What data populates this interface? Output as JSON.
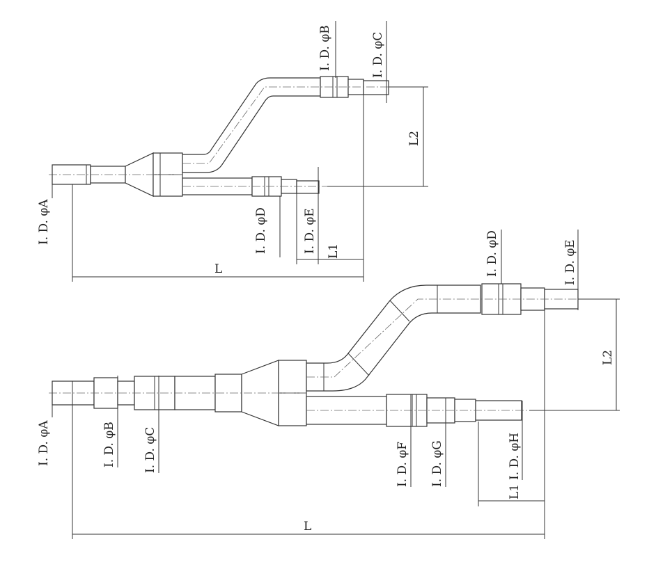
{
  "top_fitting": {
    "labels": {
      "id_a": "I. D. φA",
      "id_b": "I. D. φB",
      "id_c": "I. D. φC",
      "id_d": "I. D. φD",
      "id_e": "I. D. φE",
      "l": "L",
      "l1": "L1",
      "l2": "L2"
    }
  },
  "bottom_fitting": {
    "labels": {
      "id_a": "I. D. φA",
      "id_b": "I. D. φB",
      "id_c": "I. D. φC",
      "id_d": "I. D. φD",
      "id_e": "I. D. φE",
      "id_f": "I. D. φF",
      "id_g": "I. D. φG",
      "id_h": "I. D. φH",
      "l": "L",
      "l1": "L1",
      "l2": "L2"
    }
  }
}
